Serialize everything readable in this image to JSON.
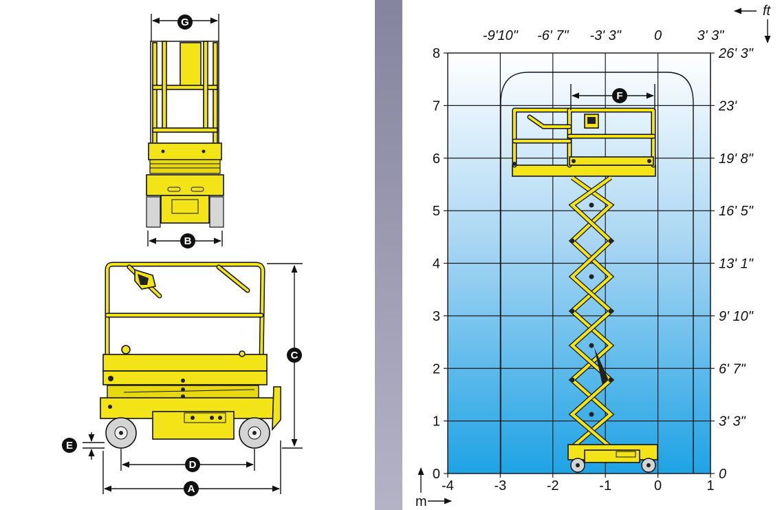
{
  "colors": {
    "machine": "#f3e417",
    "panel": "#8b8aa6",
    "grad_top": "#ffffff",
    "grad_bottom": "#2aa6e2",
    "outline": "#111111"
  },
  "badges": {
    "a": "A",
    "b": "B",
    "c": "C",
    "d": "D",
    "e": "E",
    "f": "F",
    "g": "G"
  },
  "chart": {
    "x_unit": "m",
    "y_unit_note": "ft",
    "x_ticks_m": [
      "-4",
      "-3",
      "-2",
      "-1",
      "0",
      "1"
    ],
    "x_ticks_ft": [
      "-9'10\"",
      "-6' 7\"",
      "-3' 3\"",
      "0",
      "3' 3\""
    ],
    "y_ticks_m": [
      "0",
      "1",
      "2",
      "3",
      "4",
      "5",
      "6",
      "7",
      "8"
    ],
    "y_ticks_ft": [
      "0",
      "3' 3\"",
      "6' 7\"",
      "9' 10\"",
      "13' 1\"",
      "16' 5\"",
      "19' 8\"",
      "23'",
      "26' 3\""
    ]
  }
}
